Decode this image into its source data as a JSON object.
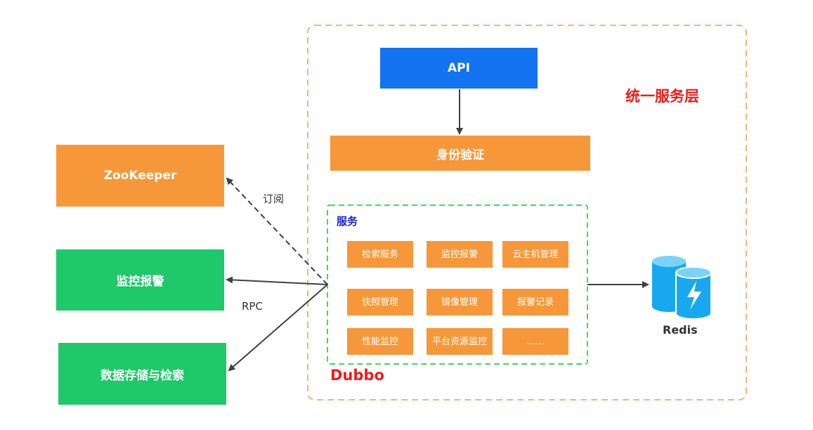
{
  "unified_layer": {
    "label": "统一服务层"
  },
  "api": {
    "label": "API"
  },
  "auth": {
    "label": "身份验证"
  },
  "services": {
    "label": "服务",
    "items": [
      "检索服务",
      "监控报警",
      "云主机管理",
      "快照管理",
      "镜像管理",
      "报警记录",
      "性能监控",
      "平台资源监控",
      "......"
    ]
  },
  "dubbo": {
    "label": "Dubbo"
  },
  "zookeeper": {
    "label": "ZooKeeper"
  },
  "monitor_alarm": {
    "label": "监控报警"
  },
  "storage": {
    "label": "数据存储与检索"
  },
  "edges": {
    "subscribe": "订阅",
    "rpc": "RPC"
  },
  "redis": {
    "label": "Redis"
  },
  "colors": {
    "orange": "#f6983a",
    "green": "#1fc868",
    "blue": "#1373f0",
    "red": "#ee1c1c",
    "services_title": "#1a22d8",
    "dashed_orange": "#f5b27a",
    "dashed_green": "#39e04a",
    "redis_blue": "#18a8ef"
  }
}
